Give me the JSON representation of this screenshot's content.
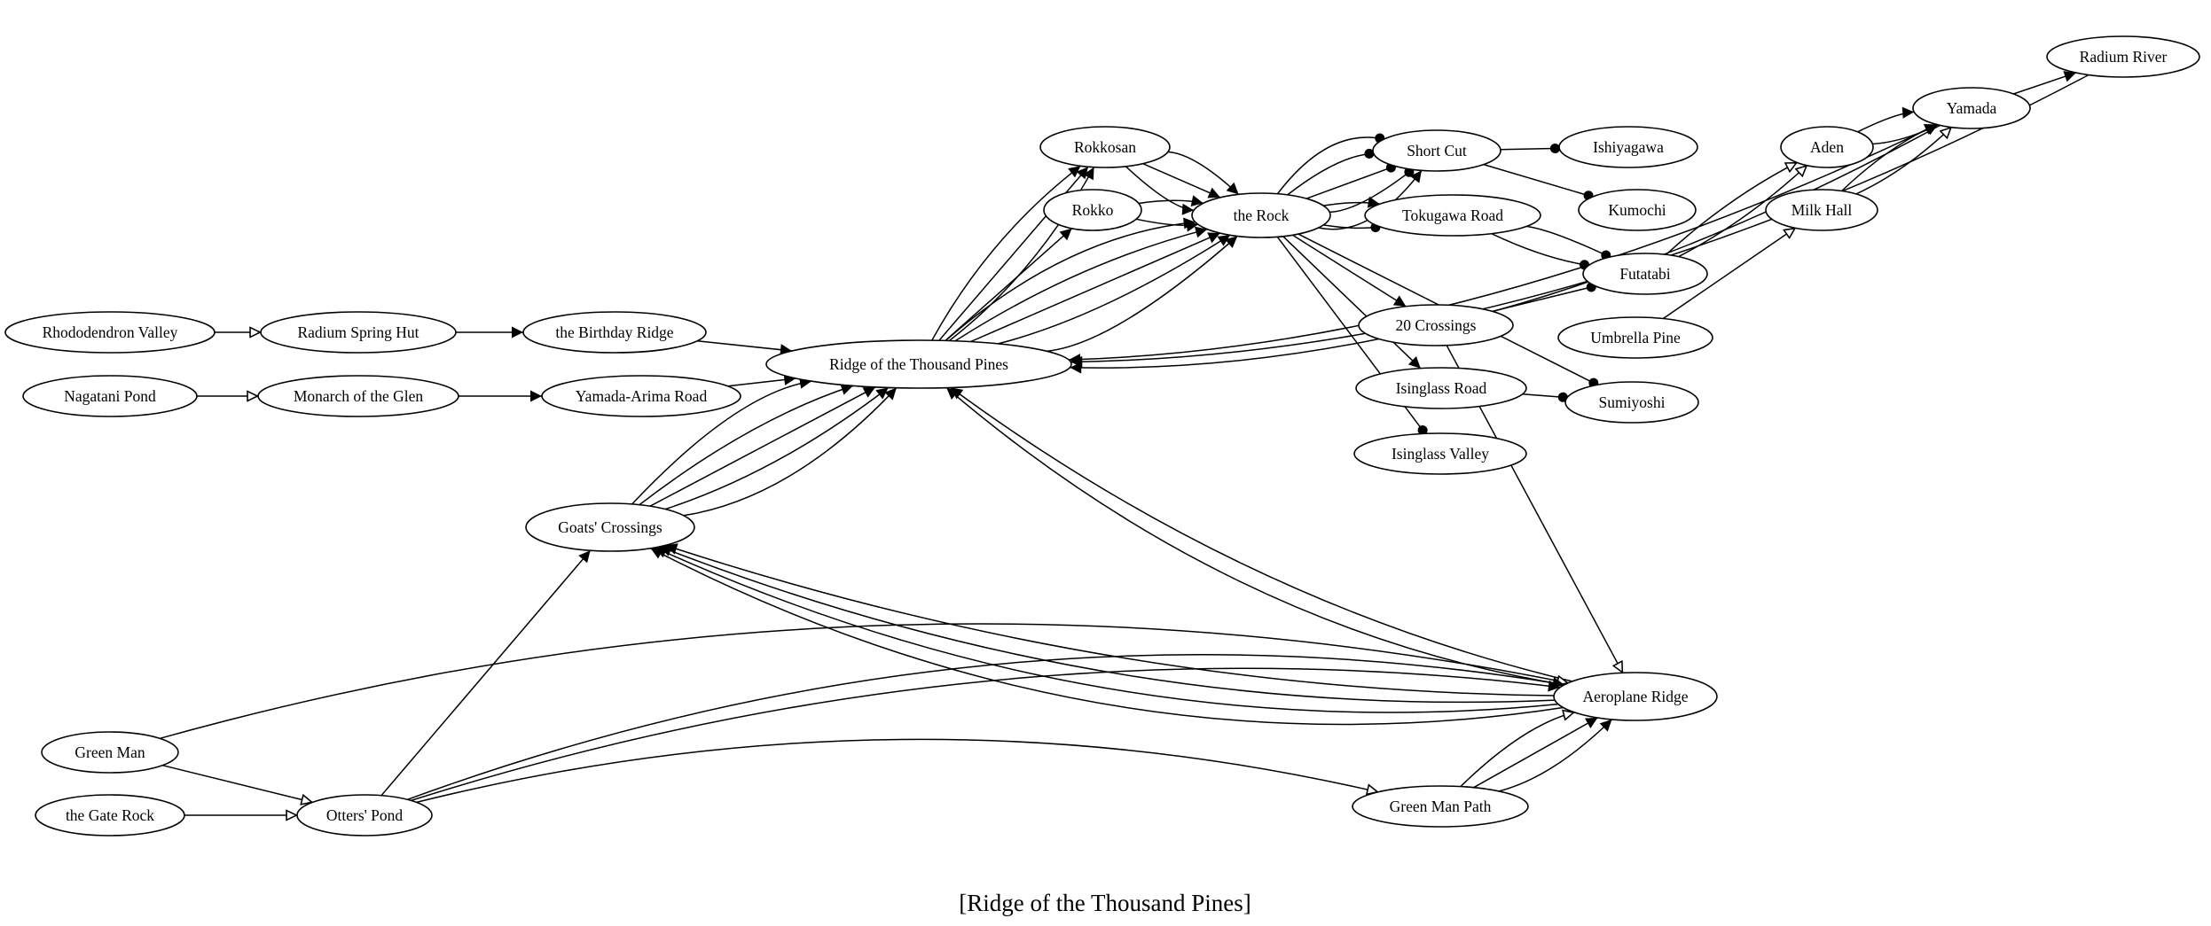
{
  "caption": "[Ridge of the Thousand Pines]",
  "nodes": [
    {
      "id": "rhodo",
      "label": "Rhododendron Valley"
    },
    {
      "id": "spring",
      "label": "Radium Spring Hut"
    },
    {
      "id": "bday",
      "label": "the Birthday Ridge"
    },
    {
      "id": "nagatani",
      "label": "Nagatani Pond"
    },
    {
      "id": "monarch",
      "label": "Monarch of the Glen"
    },
    {
      "id": "arima",
      "label": "Yamada-Arima Road"
    },
    {
      "id": "ridge",
      "label": "Ridge of the Thousand Pines"
    },
    {
      "id": "goats",
      "label": "Goats' Crossings"
    },
    {
      "id": "rokkosan",
      "label": "Rokkosan"
    },
    {
      "id": "rokko",
      "label": "Rokko"
    },
    {
      "id": "rock",
      "label": "the Rock"
    },
    {
      "id": "shortcut",
      "label": "Short Cut"
    },
    {
      "id": "ishiya",
      "label": "Ishiyagawa"
    },
    {
      "id": "kumochi",
      "label": "Kumochi"
    },
    {
      "id": "tokugawa",
      "label": "Tokugawa Road"
    },
    {
      "id": "futatabi",
      "label": "Futatabi"
    },
    {
      "id": "c20",
      "label": "20 Crossings"
    },
    {
      "id": "isroad",
      "label": "Isinglass Road"
    },
    {
      "id": "sumiyoshi",
      "label": "Sumiyoshi"
    },
    {
      "id": "isvalley",
      "label": "Isinglass Valley"
    },
    {
      "id": "aden",
      "label": "Aden"
    },
    {
      "id": "milk",
      "label": "Milk Hall"
    },
    {
      "id": "umbrella",
      "label": "Umbrella Pine"
    },
    {
      "id": "yamada",
      "label": "Yamada"
    },
    {
      "id": "radriver",
      "label": "Radium River"
    },
    {
      "id": "aeroplane",
      "label": "Aeroplane Ridge"
    },
    {
      "id": "greenman",
      "label": "Green Man"
    },
    {
      "id": "gaterock",
      "label": "the Gate Rock"
    },
    {
      "id": "otters",
      "label": "Otters' Pond"
    },
    {
      "id": "gmpath",
      "label": "Green Man Path"
    }
  ],
  "edges": [
    {
      "from": "rhodo",
      "to": "spring",
      "head": "empty"
    },
    {
      "from": "spring",
      "to": "bday",
      "head": "normal"
    },
    {
      "from": "bday",
      "to": "ridge",
      "head": "normal"
    },
    {
      "from": "nagatani",
      "to": "monarch",
      "head": "empty"
    },
    {
      "from": "monarch",
      "to": "arima",
      "head": "normal"
    },
    {
      "from": "arima",
      "to": "ridge",
      "head": "normal"
    },
    {
      "from": "goats",
      "to": "ridge",
      "head": "normal"
    },
    {
      "from": "goats",
      "to": "ridge",
      "head": "normal"
    },
    {
      "from": "goats",
      "to": "ridge",
      "head": "normal"
    },
    {
      "from": "goats",
      "to": "ridge",
      "head": "normal"
    },
    {
      "from": "goats",
      "to": "ridge",
      "head": "normal"
    },
    {
      "from": "ridge",
      "to": "rokkosan",
      "head": "normal"
    },
    {
      "from": "ridge",
      "to": "rokkosan",
      "head": "normal"
    },
    {
      "from": "ridge",
      "to": "rokkosan",
      "head": "normal"
    },
    {
      "from": "ridge",
      "to": "rokko",
      "head": "normal"
    },
    {
      "from": "ridge",
      "to": "rock",
      "head": "normal"
    },
    {
      "from": "ridge",
      "to": "rock",
      "head": "normal"
    },
    {
      "from": "ridge",
      "to": "rock",
      "head": "normal"
    },
    {
      "from": "ridge",
      "to": "rock",
      "head": "normal"
    },
    {
      "from": "ridge",
      "to": "rock",
      "head": "normal"
    },
    {
      "from": "rokkosan",
      "to": "rock",
      "head": "normal"
    },
    {
      "from": "rokkosan",
      "to": "rock",
      "head": "normal"
    },
    {
      "from": "rokkosan",
      "to": "rock",
      "head": "normal"
    },
    {
      "from": "rokko",
      "to": "rock",
      "head": "normal"
    },
    {
      "from": "rokko",
      "to": "rock",
      "head": "normal"
    },
    {
      "from": "rock",
      "to": "shortcut",
      "head": "dot"
    },
    {
      "from": "rock",
      "to": "shortcut",
      "head": "dot"
    },
    {
      "from": "rock",
      "to": "shortcut",
      "head": "dot"
    },
    {
      "from": "rock",
      "to": "shortcut",
      "head": "dot"
    },
    {
      "from": "rock",
      "to": "shortcut",
      "head": "normal"
    },
    {
      "from": "rock",
      "to": "tokugawa",
      "head": "normal"
    },
    {
      "from": "rock",
      "to": "tokugawa",
      "head": "dot"
    },
    {
      "from": "rock",
      "to": "c20",
      "head": "normal"
    },
    {
      "from": "rock",
      "to": "isroad",
      "head": "normal"
    },
    {
      "from": "rock",
      "to": "isvalley",
      "head": "dot"
    },
    {
      "from": "rock",
      "to": "sumiyoshi",
      "head": "dot"
    },
    {
      "from": "shortcut",
      "to": "ishiya",
      "head": "dot"
    },
    {
      "from": "shortcut",
      "to": "kumochi",
      "head": "dot"
    },
    {
      "from": "tokugawa",
      "to": "futatabi",
      "head": "dot"
    },
    {
      "from": "tokugawa",
      "to": "futatabi",
      "head": "dot"
    },
    {
      "from": "c20",
      "to": "futatabi",
      "head": "dot"
    },
    {
      "from": "c20",
      "to": "aeroplane",
      "head": "empty"
    },
    {
      "from": "isroad",
      "to": "sumiyoshi",
      "head": "dot"
    },
    {
      "from": "futatabi",
      "to": "aden",
      "head": "empty"
    },
    {
      "from": "futatabi",
      "to": "aden",
      "head": "empty"
    },
    {
      "from": "aden",
      "to": "yamada",
      "head": "normal"
    },
    {
      "from": "aden",
      "to": "yamada",
      "head": "normal"
    },
    {
      "from": "milk",
      "to": "yamada",
      "head": "normal"
    },
    {
      "from": "milk",
      "to": "yamada",
      "head": "empty"
    },
    {
      "from": "umbrella",
      "to": "milk",
      "head": "empty"
    },
    {
      "from": "yamada",
      "to": "radriver",
      "head": "normal"
    },
    {
      "from": "yamada",
      "to": "ridge",
      "head": "normal"
    },
    {
      "from": "yamada",
      "to": "ridge",
      "head": "normal"
    },
    {
      "from": "radriver",
      "to": "ridge",
      "head": "normal"
    },
    {
      "from": "aeroplane",
      "to": "ridge",
      "head": "normal"
    },
    {
      "from": "aeroplane",
      "to": "ridge",
      "head": "normal"
    },
    {
      "from": "aeroplane",
      "to": "goats",
      "head": "normal"
    },
    {
      "from": "aeroplane",
      "to": "goats",
      "head": "normal"
    },
    {
      "from": "aeroplane",
      "to": "goats",
      "head": "normal"
    },
    {
      "from": "aeroplane",
      "to": "goats",
      "head": "normal"
    },
    {
      "from": "otters",
      "to": "goats",
      "head": "normal"
    },
    {
      "from": "greenman",
      "to": "otters",
      "head": "empty"
    },
    {
      "from": "greenman",
      "to": "aeroplane",
      "head": "empty"
    },
    {
      "from": "gaterock",
      "to": "otters",
      "head": "empty"
    },
    {
      "from": "otters",
      "to": "gmpath",
      "head": "empty"
    },
    {
      "from": "otters",
      "to": "aeroplane",
      "head": "normal"
    },
    {
      "from": "otters",
      "to": "aeroplane",
      "head": "normal"
    },
    {
      "from": "gmpath",
      "to": "aeroplane",
      "head": "empty"
    },
    {
      "from": "gmpath",
      "to": "aeroplane",
      "head": "normal"
    },
    {
      "from": "gmpath",
      "to": "aeroplane",
      "head": "normal"
    }
  ]
}
